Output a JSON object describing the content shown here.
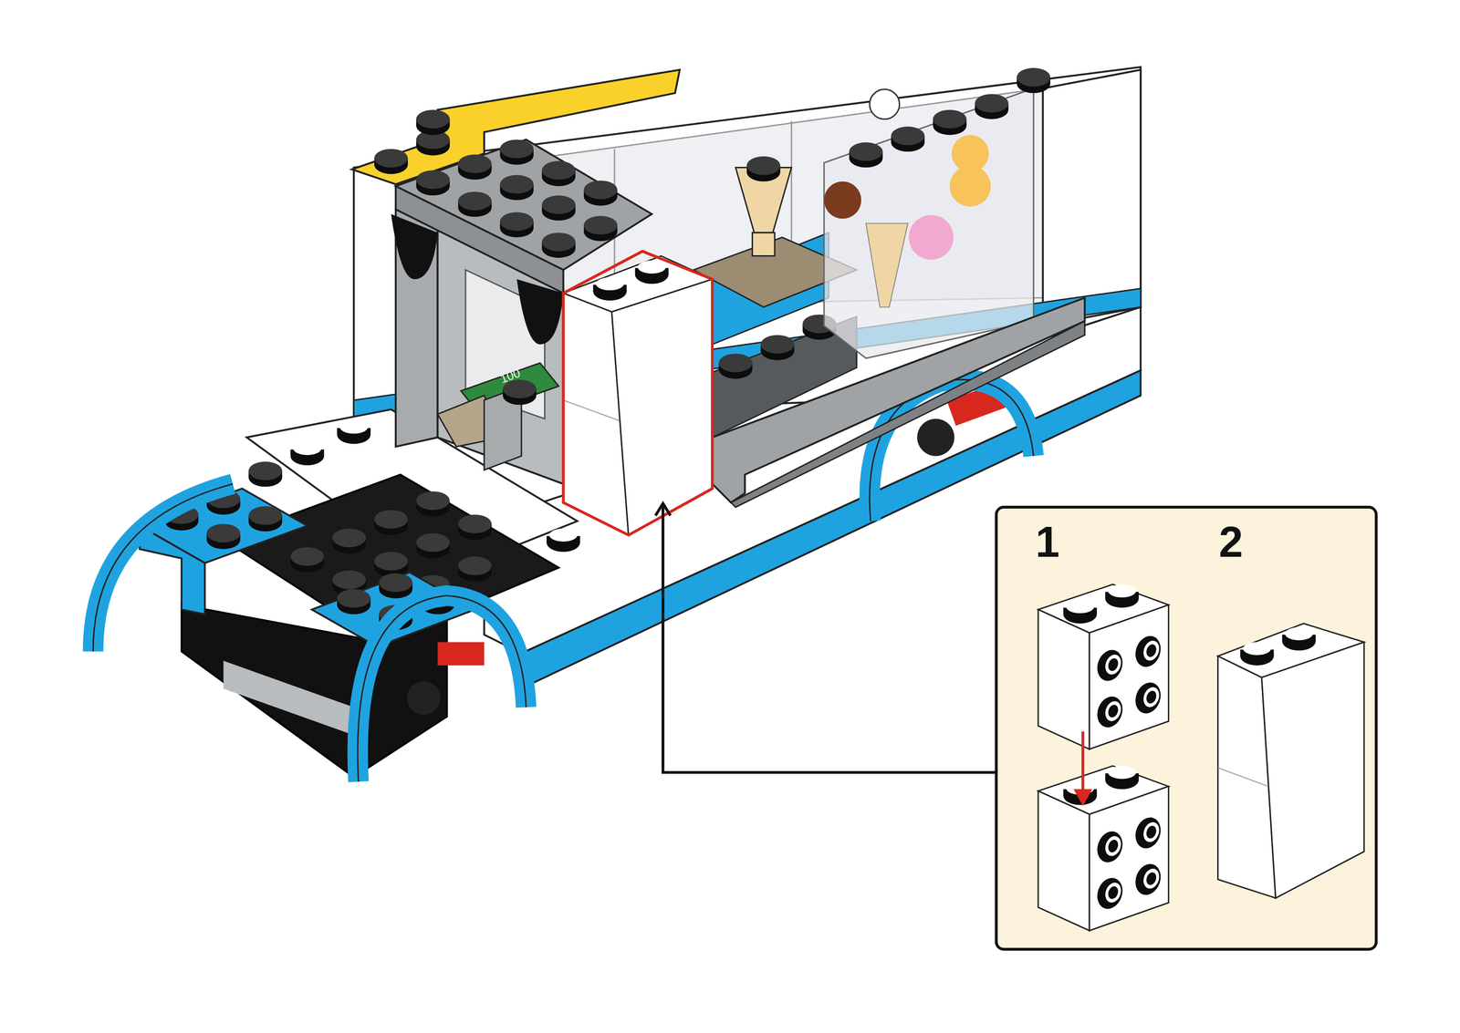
{
  "diagram": {
    "labels": [
      "1",
      "2",
      "100"
    ]
  }
}
